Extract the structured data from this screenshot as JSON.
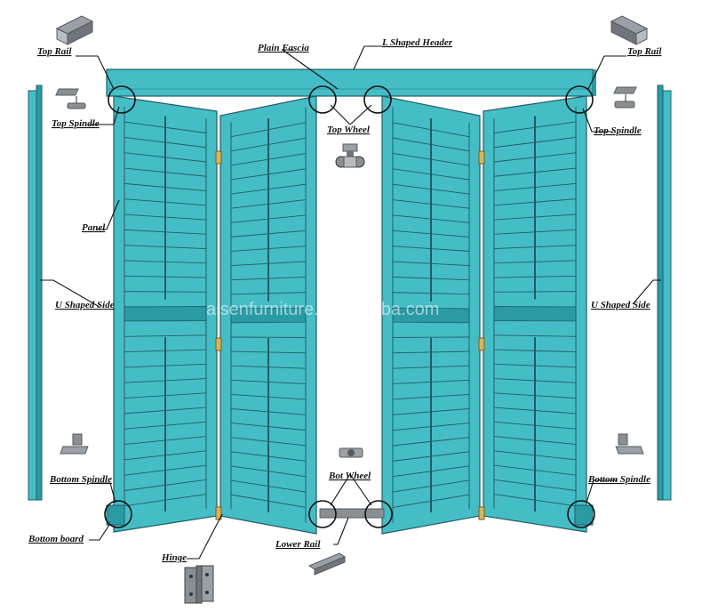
{
  "colors": {
    "shutter": "#45bdc7",
    "shutter_dark": "#2a9aa4",
    "outline": "#215e63",
    "metal": "#8a8f94",
    "metal_dark": "#555a5e"
  },
  "labels": {
    "top_rail_left": "Top Rail",
    "top_rail_right": "Top Rail",
    "plain_fascia": "Plain Fascia",
    "l_shaped_header": "L Shaped Header",
    "top_spindle_left": "Top Spindle",
    "top_spindle_right": "Top Spindle",
    "top_wheel": "Top Wheel",
    "panel": "Panel",
    "u_shaped_side_left": "U Shaped Side",
    "u_shaped_side_right": "U Shaped Side",
    "bottom_spindle_left": "Bottom Spindle",
    "bottom_spindle_right": "Bottom Spindle",
    "bot_wheel": "Bot Wheel",
    "bottom_board": "Bottom board",
    "hinge": "Hinge",
    "lower_rail": "Lower Rail"
  },
  "watermark": "aisenfurniture.en.alibaba.com",
  "icons": {
    "hinge": "hinge-icon",
    "wheel": "wheel-icon",
    "spindle": "spindle-icon",
    "rail": "rail-icon"
  }
}
